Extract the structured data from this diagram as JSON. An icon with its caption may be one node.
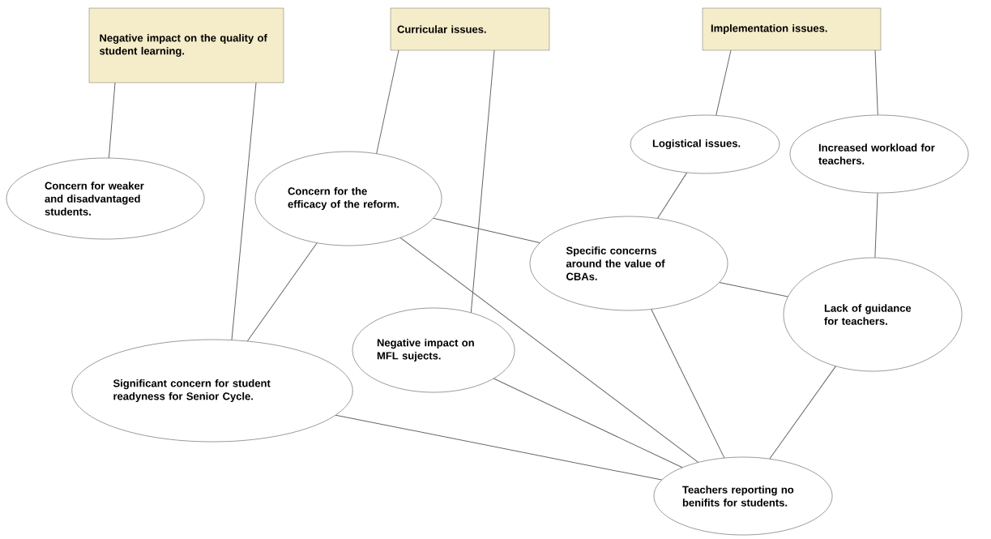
{
  "diagram": {
    "nodes": [
      {
        "text": [
          "Negative impact on the quality of student learning."
        ]
      },
      {
        "text": [
          "Curricular issues."
        ]
      },
      {
        "text": [
          "Implementation issues."
        ]
      },
      {
        "text": [
          "Logistical issues."
        ]
      },
      {
        "text": [
          "Increased workload for teachers."
        ]
      },
      {
        "text": [
          "Concern for weaker and disadvantaged students."
        ]
      },
      {
        "text": [
          "Concern for the efficacy of the reform."
        ]
      },
      {
        "text": [
          "Specific concerns around the value of CBAs."
        ]
      },
      {
        "text": [
          "Lack of guidance for teachers."
        ]
      },
      {
        "text": [
          "Negative impact on MFL sujects."
        ]
      },
      {
        "text": [
          "Significant concern for student readyness for Senior Cycle."
        ]
      },
      {
        "text": [
          "Teachers reporting no benifits for students."
        ]
      }
    ],
    "edges": [
      {
        "from": 0,
        "to": 5,
        "arrow": "none"
      },
      {
        "from": 0,
        "to": 10,
        "arrow": "none"
      },
      {
        "from": 1,
        "to": 6,
        "arrow": "none"
      },
      {
        "from": 1,
        "to": 9,
        "arrow": "none"
      },
      {
        "from": 2,
        "to": 3,
        "arrow": "none"
      },
      {
        "from": 2,
        "to": 4,
        "arrow": "none"
      },
      {
        "from": 3,
        "to": 7,
        "arrow": "none"
      },
      {
        "from": 4,
        "to": 8,
        "arrow": "none"
      },
      {
        "from": 6,
        "to": 10,
        "arrow": "none"
      },
      {
        "from": 6,
        "to": 7,
        "arrow": "none"
      },
      {
        "from": 6,
        "to": 11,
        "arrow": "none"
      },
      {
        "from": 7,
        "to": 8,
        "arrow": "none"
      },
      {
        "from": 7,
        "to": 11,
        "arrow": "none"
      },
      {
        "from": 9,
        "to": 11,
        "arrow": "none"
      },
      {
        "from": 10,
        "to": 11,
        "arrow": "none"
      },
      {
        "from": 8,
        "to": 11,
        "arrow": "none"
      }
    ]
  }
}
